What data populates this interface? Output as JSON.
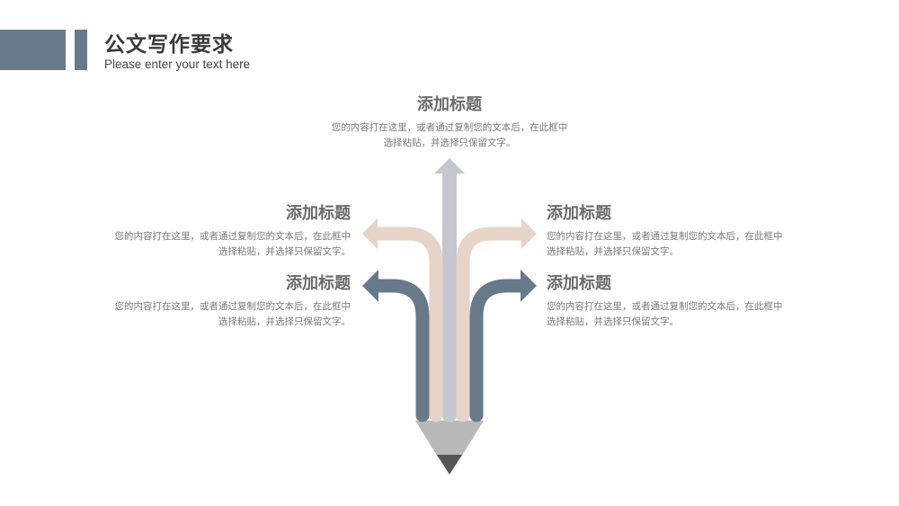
{
  "header": {
    "title": "公文写作要求",
    "subtitle": "Please enter your text here"
  },
  "colors": {
    "accent_dark": "#68798a",
    "accent_peach": "#e8d3c8",
    "accent_gray": "#c6c6ce",
    "pencil_body": "#b9b9b9",
    "pencil_tip": "#555555"
  },
  "blocks": {
    "top": {
      "heading": "添加标题",
      "text": "您的内容打在这里，或者通过复制您的文本后，在此框中选择粘贴，并选择只保留文字。"
    },
    "upper_left": {
      "heading": "添加标题",
      "text": "您的内容打在这里，或者通过复制您的文本后，在此框中选择粘贴，并选择只保留文字。"
    },
    "upper_right": {
      "heading": "添加标题",
      "text": "您的内容打在这里，或者通过复制您的文本后，在此框中选择粘贴，并选择只保留文字。"
    },
    "lower_left": {
      "heading": "添加标题",
      "text": "您的内容打在这里，或者通过复制您的文本后，在此框中选择粘贴，并选择只保留文字。"
    },
    "lower_right": {
      "heading": "添加标题",
      "text": "您的内容打在这里，或者通过复制您的文本后，在此框中选择粘贴，并选择只保留文字。"
    }
  }
}
